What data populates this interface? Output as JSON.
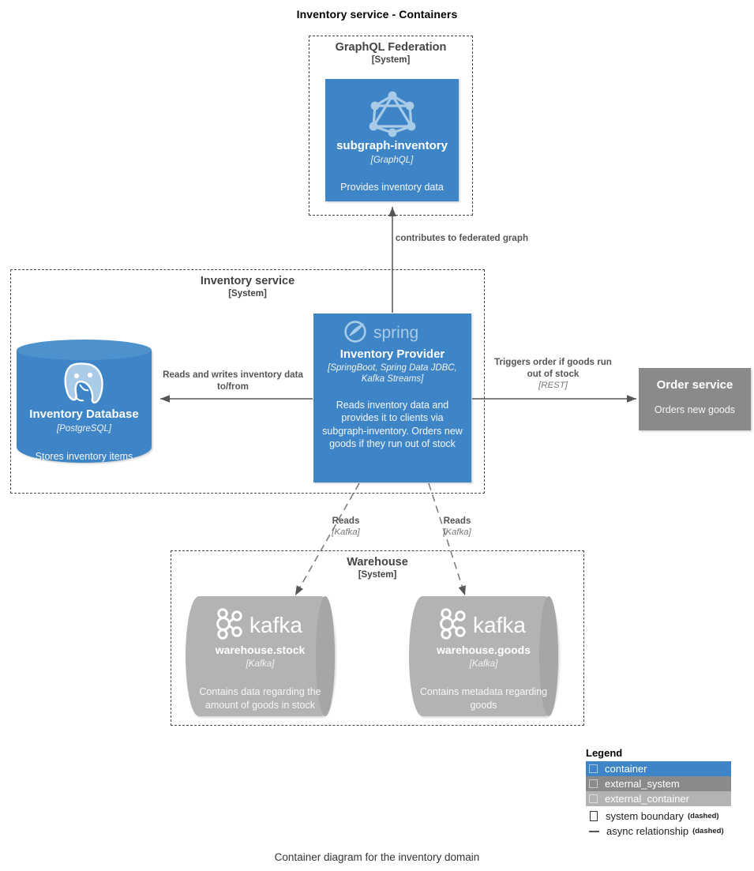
{
  "diagram": {
    "title": "Inventory service - Containers",
    "footer": "Container diagram for the inventory domain"
  },
  "boundaries": [
    {
      "id": "graphql-federation",
      "name": "GraphQL Federation",
      "type": "[System]"
    },
    {
      "id": "inventory-service",
      "name": "Inventory service",
      "type": "[System]"
    },
    {
      "id": "warehouse",
      "name": "Warehouse",
      "type": "[System]"
    }
  ],
  "nodes": [
    {
      "id": "subgraph-inventory",
      "name": "subgraph-inventory",
      "tech": "[GraphQL]",
      "desc": "Provides inventory data",
      "logo": "graphql-logo",
      "style": "container",
      "color": "#3d85c6"
    },
    {
      "id": "inventory-provider",
      "name": "Inventory Provider",
      "tech": "[SpringBoot, Spring Data JDBC, Kafka Streams]",
      "desc": "Reads inventory data and provides it to clients via subgraph-inventory. Orders new goods if they run out of stock",
      "logo": "spring-logo",
      "style": "container",
      "color": "#3d85c6"
    },
    {
      "id": "inventory-database",
      "name": "Inventory Database",
      "tech": "[PostgreSQL]",
      "desc": "Stores inventory items",
      "logo": "postgresql-logo",
      "style": "database",
      "color": "#3d85c6"
    },
    {
      "id": "order-service",
      "name": "Order service",
      "tech": "",
      "desc": "Orders new goods",
      "logo": "",
      "style": "external_system",
      "color": "#8a8a8a"
    },
    {
      "id": "warehouse-stock",
      "name": "warehouse.stock",
      "tech": "[Kafka]",
      "desc": "Contains data regarding the amount of goods in stock",
      "logo": "kafka-logo",
      "style": "external_container_queue",
      "color": "#b3b3b3"
    },
    {
      "id": "warehouse-goods",
      "name": "warehouse.goods",
      "tech": "[Kafka]",
      "desc": "Contains metadata regarding goods",
      "logo": "kafka-logo",
      "style": "external_container_queue",
      "color": "#b3b3b3"
    }
  ],
  "relationships": [
    {
      "id": "rel-contributes",
      "text": "contributes to federated graph",
      "tech": "",
      "style": "solid"
    },
    {
      "id": "rel-reads-writes-db",
      "text": "Reads and writes inventory data to/from",
      "tech": "",
      "style": "solid"
    },
    {
      "id": "rel-triggers-order",
      "text": "Triggers order if goods run out of stock",
      "tech": "[REST]",
      "style": "solid"
    },
    {
      "id": "rel-reads-stock",
      "text": "Reads",
      "tech": "[Kafka]",
      "style": "dashed"
    },
    {
      "id": "rel-reads-goods",
      "text": "Reads",
      "tech": "[Kafka]",
      "style": "dashed"
    }
  ],
  "legend": {
    "title": "Legend",
    "rows": [
      {
        "label": "container",
        "color": "#3d85c6",
        "kind": "swatch"
      },
      {
        "label": "external_system",
        "color": "#8a8a8a",
        "kind": "swatch"
      },
      {
        "label": "external_container",
        "color": "#b3b3b3",
        "kind": "swatch"
      },
      {
        "label": "system boundary",
        "note": "(dashed)",
        "kind": "outline"
      },
      {
        "label": "async relationship",
        "note": "(dashed)",
        "kind": "line"
      }
    ]
  }
}
